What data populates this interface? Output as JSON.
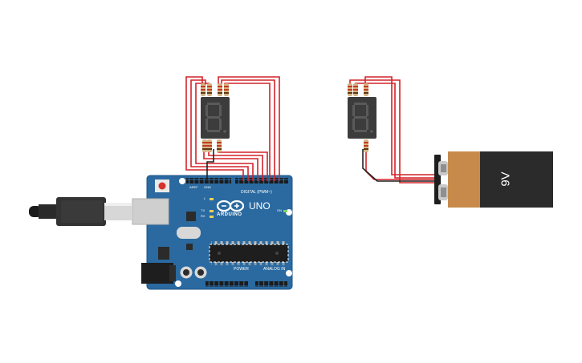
{
  "board": {
    "brand": "ARDUINO",
    "model": "UNO",
    "digital_label": "DIGITAL (PWM~)",
    "power_label": "POWER",
    "analog_label": "ANALOG IN",
    "on_label": "ON",
    "tx_label": "TX",
    "rx_label": "RX",
    "l_label": "L",
    "aref_label": "AREF",
    "gnd_label": "GND"
  },
  "battery": {
    "label": "9V"
  },
  "colors": {
    "board": "#2a6aa0",
    "wire": "#d2232a",
    "battery_body": "#2b2b2b",
    "battery_label": "#c88a4b",
    "segment_display": "#3c3c3c",
    "usb_cable": "#2a2a2a"
  },
  "components": {
    "display_left": "seven-segment-display",
    "display_right": "seven-segment-display",
    "resistors": "resistor",
    "cable": "usb-cable"
  }
}
